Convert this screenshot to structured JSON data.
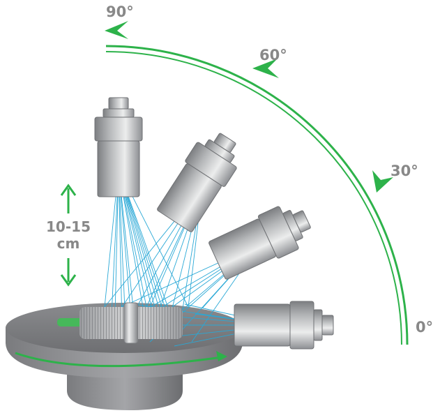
{
  "angles": {
    "a90": "90°",
    "a60": "60°",
    "a30": "30°",
    "a0": "0°"
  },
  "distance": {
    "line1": "10-15",
    "line2": "cm"
  },
  "colors": {
    "arc": "#2db24a",
    "arrow": "#2db24a",
    "beam": "#29a8d6",
    "label": "#888888",
    "metal": "#a7a9ac",
    "platform": "#7c7d80"
  },
  "icons": {
    "camera": "camera-cylinder-icon",
    "part": "threaded-sensor-icon",
    "rotation": "rotation-arrow-icon"
  }
}
